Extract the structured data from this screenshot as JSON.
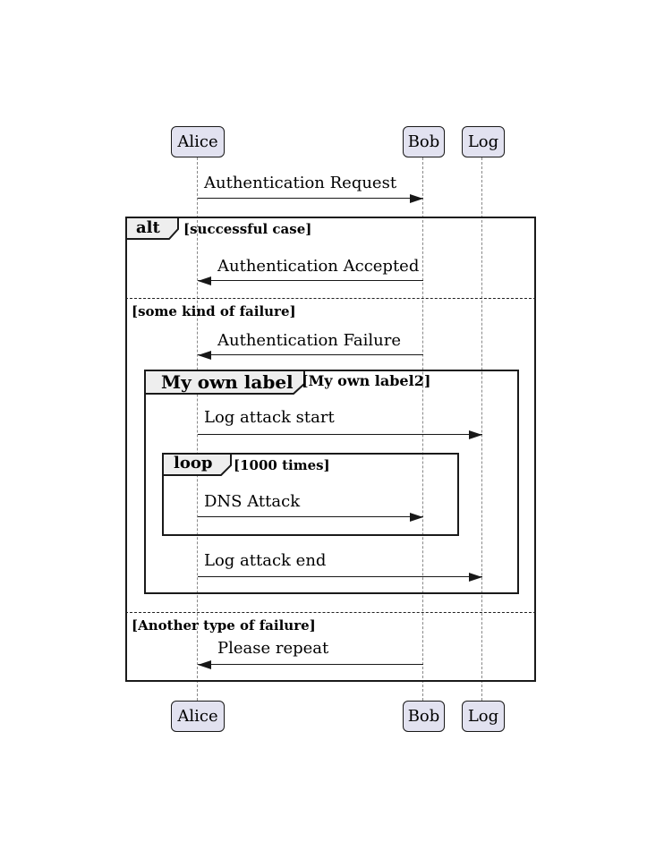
{
  "participants": {
    "alice": "Alice",
    "bob": "Bob",
    "log": "Log"
  },
  "messages": [
    {
      "text": "Authentication Request",
      "from": "Alice",
      "to": "Bob"
    },
    {
      "text": "Authentication Accepted",
      "from": "Bob",
      "to": "Alice"
    },
    {
      "text": "Authentication Failure",
      "from": "Bob",
      "to": "Alice"
    },
    {
      "text": "Log attack start",
      "from": "Alice",
      "to": "Log"
    },
    {
      "text": "DNS Attack",
      "from": "Alice",
      "to": "Bob"
    },
    {
      "text": "Log attack end",
      "from": "Alice",
      "to": "Log"
    },
    {
      "text": "Please repeat",
      "from": "Bob",
      "to": "Alice"
    }
  ],
  "frames": {
    "alt": {
      "operator": "alt",
      "guard": "[successful case]",
      "else_guards": [
        "[some kind of failure]",
        "[Another type of failure]"
      ]
    },
    "group": {
      "operator": "My own label",
      "guard": "[My own label2]"
    },
    "loop": {
      "operator": "loop",
      "guard": "[1000 times]"
    }
  },
  "colors": {
    "background": "#FFFFFF",
    "participant_fill": "#E2E2F0",
    "participant_border": "#181818",
    "frame_border": "#1A1A1A",
    "operator_fill": "#EEEEEE",
    "lifeline": "#888888",
    "arrow": "#181818",
    "text": "#000000"
  }
}
